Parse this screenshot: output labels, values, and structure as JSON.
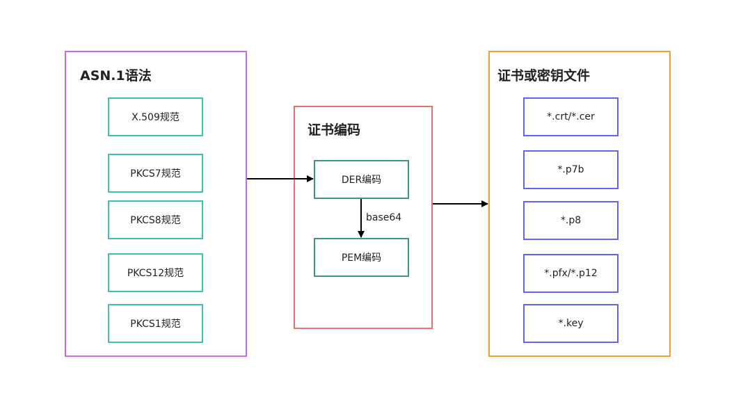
{
  "colors": {
    "asn1_border": "#c46ddb",
    "encoding_border": "#e8736a",
    "files_border": "#f0a030",
    "asn1_node_border": "#3fbfae",
    "encoding_node_border": "#3a9a74",
    "files_node_border": "#6464ee",
    "arrow": "#000000"
  },
  "groups": {
    "asn1": {
      "title": "ASN.1语法",
      "nodes": [
        "X.509规范",
        "PKCS7规范",
        "PKCS8规范",
        "PKCS12规范",
        "PKCS1规范"
      ]
    },
    "encoding": {
      "title": "证书编码",
      "nodes": [
        "DER编码",
        "PEM编码"
      ],
      "edge_label": "base64"
    },
    "files": {
      "title": "证书或密钥文件",
      "nodes": [
        "*.crt/*.cer",
        "*.p7b",
        "*.p8",
        "*.pfx/*.p12",
        "*.key"
      ]
    }
  }
}
